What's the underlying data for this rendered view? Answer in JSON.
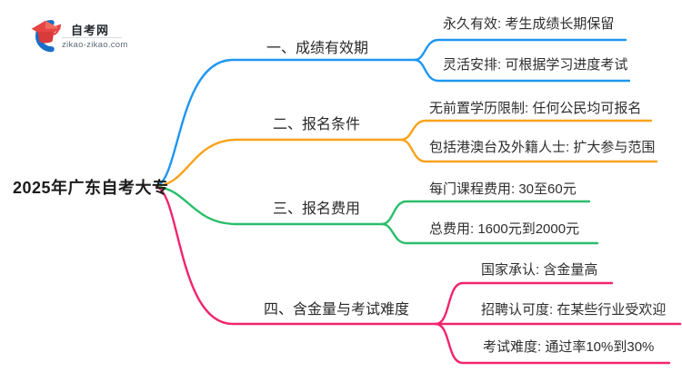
{
  "logo": {
    "site_name": "自考网",
    "site_url": "zikao-zikao.com",
    "icon": "graduation-cap-with-blue-swoosh",
    "colors": {
      "swoosh_blue": "#1a6fc7",
      "cap_red": "#e64545",
      "cap_dark_red": "#d93a3a"
    }
  },
  "mindmap": {
    "root": {
      "label": "2025年广东自考大专"
    },
    "branches": [
      {
        "label": "一、成绩有效期",
        "color": "#1e96f0",
        "children": [
          {
            "label": "永久有效: 考生成绩长期保留"
          },
          {
            "label": "灵活安排: 可根据学习进度考试"
          }
        ]
      },
      {
        "label": "二、报名条件",
        "color": "#faa21b",
        "children": [
          {
            "label": "无前置学历限制: 任何公民均可报名"
          },
          {
            "label": "包括港澳台及外籍人士: 扩大参与范围"
          }
        ]
      },
      {
        "label": "三、报名费用",
        "color": "#2abe6b",
        "children": [
          {
            "label": "每门课程费用: 30至60元"
          },
          {
            "label": "总费用: 1600元到2000元"
          }
        ]
      },
      {
        "label": "四、含金量与考试难度",
        "color": "#f0256e",
        "children": [
          {
            "label": "国家承认: 含金量高"
          },
          {
            "label": "招聘认可度: 在某些行业受欢迎"
          },
          {
            "label": "考试难度: 通过率10%到30%"
          }
        ]
      }
    ]
  }
}
